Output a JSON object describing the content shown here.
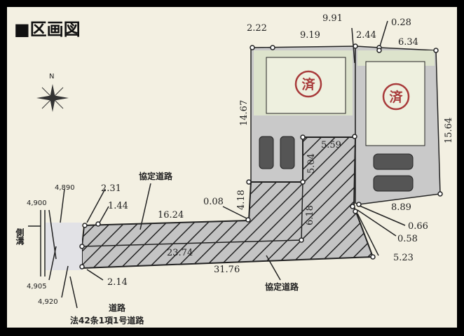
{
  "title": "■区画図",
  "compass": "N",
  "lots": [
    {
      "stamp": "済"
    },
    {
      "stamp": "済"
    }
  ],
  "dimensions": {
    "d222": "2.22",
    "d919": "9.19",
    "d991": "9.91",
    "d244": "2.44",
    "d028": "0.28",
    "d634": "6.34",
    "d1467": "14.67",
    "d1564": "15.64",
    "d559": "5.59",
    "d504": "5.04",
    "d418": "4.18",
    "d618": "6.18",
    "d008": "0.08",
    "d1624": "16.24",
    "d2374": "23.74",
    "d3176": "31.76",
    "d889": "8.89",
    "d066": "0.66",
    "d058": "0.58",
    "d523": "5.23",
    "d231": "2.31",
    "d144": "1.44",
    "d214": "2.14"
  },
  "widths": {
    "w4890": "4,890",
    "w4900": "4,900",
    "w4905": "4,905",
    "w4920": "4,920"
  },
  "labels": {
    "agreement_road_top": "協定道路",
    "agreement_road_bottom": "協定道路",
    "side_ditch": "側溝",
    "road": "道路",
    "road_law": "法42条1項1号道路"
  },
  "colors": {
    "paper": "#f3f0e2",
    "lawn": "#dde3cc",
    "paving": "#c9c9c9",
    "stamp": "#a83a3a"
  }
}
